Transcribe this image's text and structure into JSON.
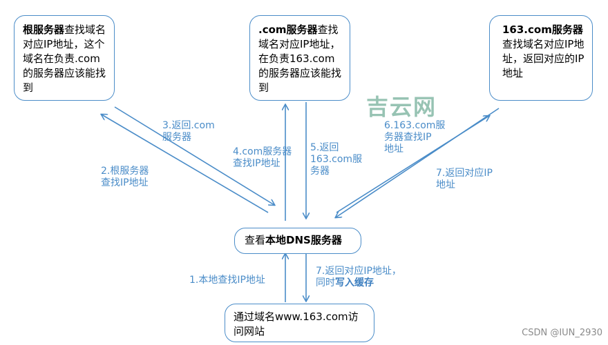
{
  "boxes": {
    "root": {
      "bold": "根服务器",
      "rest": "查找域名对应IP地址，这个域名在负责.com的服务器应该能找到"
    },
    "com": {
      "bold": ".com服务器",
      "rest": "查找域名对应IP地址，在负责163.com的服务器应该能找到"
    },
    "s163": {
      "bold": "163.com服务器",
      "rest": "查找域名对应IP地址，返回对应的IP地址"
    },
    "local": {
      "prefix": "查看",
      "bold": "本地DNS服务器"
    },
    "client": {
      "text": "通过域名www.163.com访问网站"
    }
  },
  "labels": {
    "l1": "1.本地查找IP地址",
    "l2": "2.根服务器\n查找IP地址",
    "l3": "3.返回.com\n服务器",
    "l4": "4.com服务器\n查找IP地址",
    "l5": "5.返回\n163.com服\n务器",
    "l6": "6.163.com服\n务器查找IP\n地址",
    "l7a": "7.返回对应IP\n地址",
    "l7b_plain": "7.返回对应IP地址，\n同时",
    "l7b_bold": "写入缓存"
  },
  "watermark": "吉云网",
  "credit": "CSDN @IUN_2930",
  "colors": {
    "arrow": "#4a8cc8",
    "label": "#4a8cc8",
    "border": "#4a8cc8"
  }
}
